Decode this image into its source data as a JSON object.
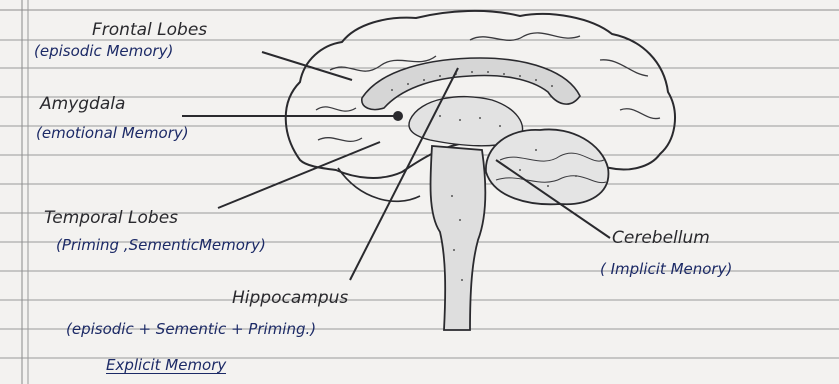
{
  "labels": {
    "frontal": {
      "name": "Frontal Lobes",
      "memory": "(episodic Memory)"
    },
    "amygdala": {
      "name": "Amygdala",
      "memory": "(emotional Memory)"
    },
    "temporal": {
      "name": "Temporal Lobes",
      "memory": "(Priming ,SementicMemory)"
    },
    "cerebellum": {
      "name": "Cerebellum",
      "memory": "( Implicit Menory)"
    },
    "hippocampus": {
      "name": "Hippocampus",
      "memory": "(episodic + Sementic + Priming.)",
      "note": "Explicit Memory"
    }
  },
  "colors": {
    "ink": "#2a2a2e",
    "blue_ink": "#1c2a66",
    "paper": "#f3f2f0",
    "rule": "#8c8c8c"
  }
}
